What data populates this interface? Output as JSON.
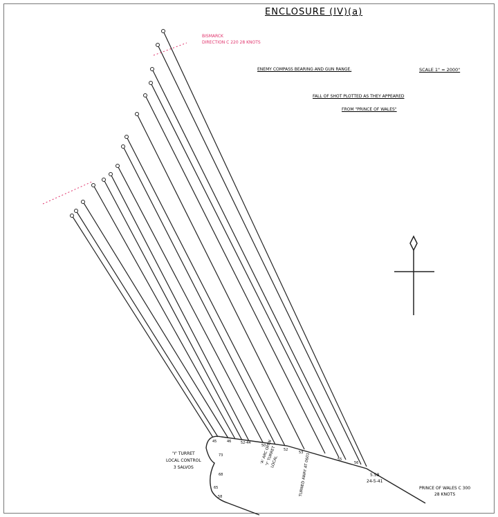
{
  "title": "ENCLOSURE (IV)(a)",
  "subtitle1": "ENEMY COMPASS BEARING AND GUN RANGE.",
  "scale": "SCALE 1\" = 2000\"",
  "subtitle2": "FALL OF SHOT PLOTTED AS THEY APPEARED",
  "subtitle3": "FROM \"PRINCE OF WALES\"",
  "red_note": [
    "BISMARCK",
    "DIRECTION C 220 28 KNOTS"
  ],
  "y_turret": [
    "'Y' TURRET",
    "LOCAL CONTROL",
    "3 SALVOS"
  ],
  "prince_of_wales": [
    "PRINCE OF WALES C 300",
    "28 KNOTS"
  ],
  "time_label": [
    "5.58",
    "24-5-41"
  ],
  "note_a": [
    "'A' ARC OPEN",
    "'Y' TURRET",
    "LOCAL"
  ],
  "note_b": "TURNED AWAY AT 0601",
  "track_marks": [
    "45",
    "46",
    "52-44",
    "50",
    "52",
    "53",
    "55",
    "56",
    "73",
    "68",
    "65",
    "58"
  ],
  "colors": {
    "ink": "#222222",
    "red": "#e0306a"
  }
}
